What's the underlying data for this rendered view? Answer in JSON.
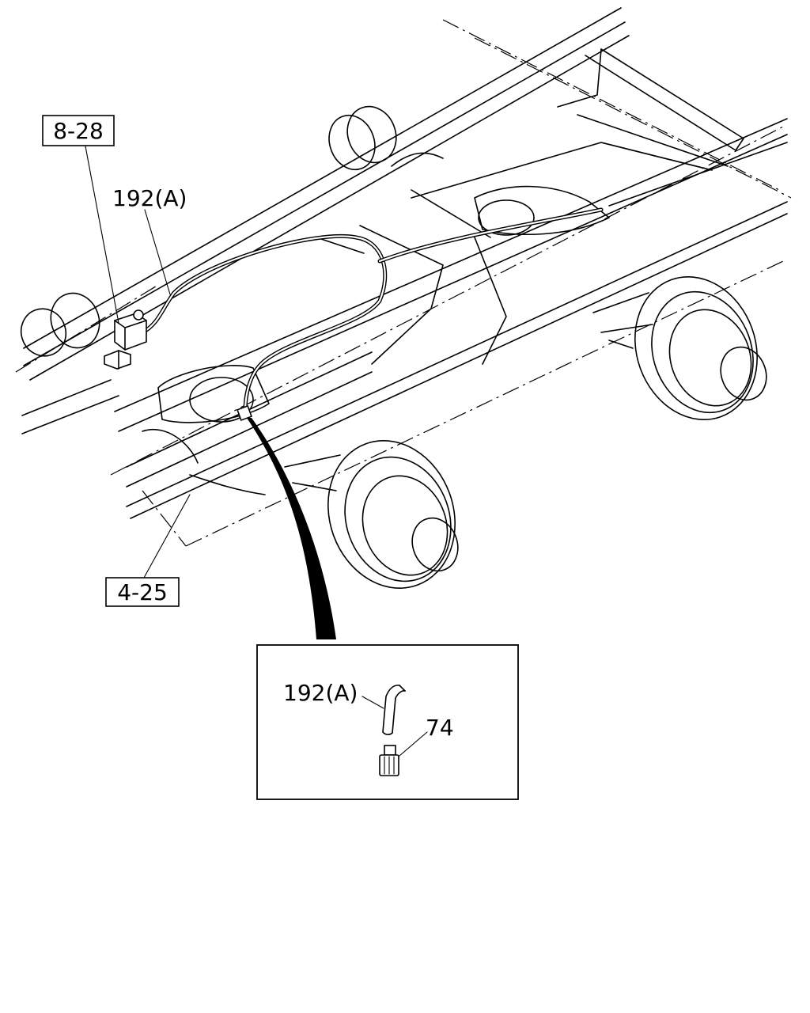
{
  "callouts": {
    "ref_top": "8-28",
    "ref_bottom": "4-25",
    "pipe_main": "192(A)",
    "pipe_detail": "192(A)",
    "plug_detail": "74"
  }
}
